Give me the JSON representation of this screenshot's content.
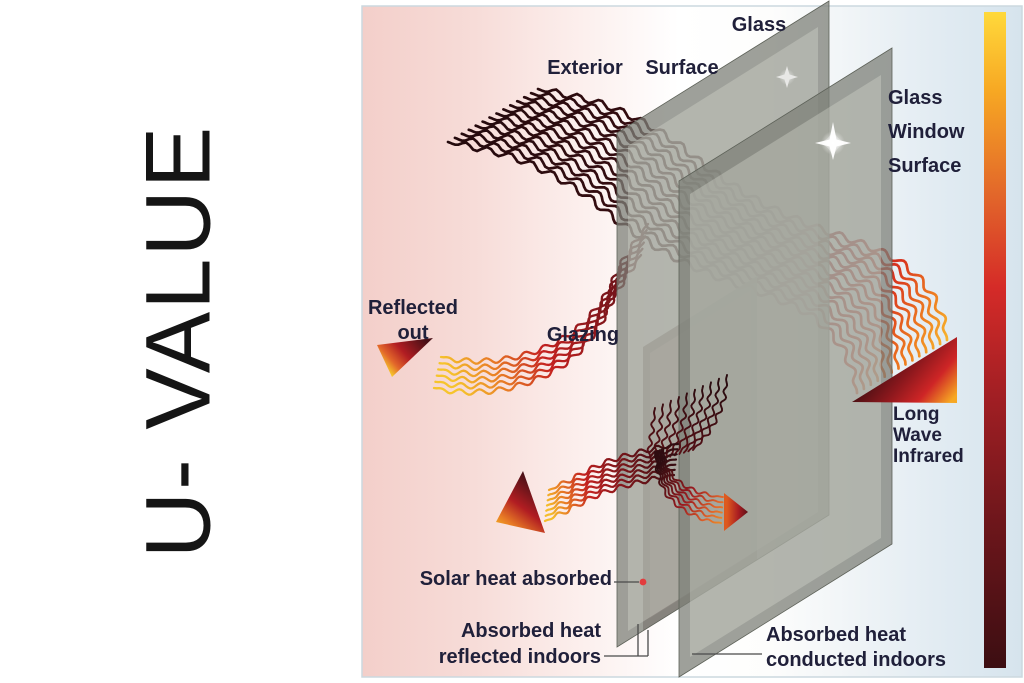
{
  "title": "U- VALUE",
  "diagram": {
    "labels": {
      "glass_top": "Glass",
      "exterior": "Exterior",
      "surface": "Surface",
      "glass_window_surface": [
        "Glass",
        "Window",
        "Surface"
      ],
      "reflected_out": [
        "Reflected",
        "out"
      ],
      "glazing": "Glazing",
      "long_wave_infrared": [
        "Long",
        "Wave",
        "Infrared"
      ],
      "solar_heat_absorbed": "Solar heat absorbed",
      "absorbed_heat_reflected": [
        "Absorbed heat",
        "reflected indoors"
      ],
      "absorbed_heat_conducted": [
        "Absorbed heat",
        "conducted indoors"
      ]
    },
    "palette": {
      "background_stops": [
        "#f3cfca",
        "#f7dcd8",
        "#fcf0ee",
        "#ffffff",
        "#fdfdfc",
        "#eef3f6",
        "#e1ebf2",
        "#d6e4ed"
      ],
      "heat_scale": [
        "#ffd93b",
        "#f7a823",
        "#e2662a",
        "#d52b28",
        "#a31f24",
        "#6d161b",
        "#3c0e12"
      ],
      "glass_edge": "#7d8078",
      "glass_face": "#d5d7ce",
      "absorber_edge": "#97807f",
      "absorber_face": "#c4a8a8",
      "label_color": "#20203a",
      "title_color": "#151515",
      "wave_cold": "#240a0d",
      "wave_hot": "#fbcd33",
      "marker_dot": "#e23b3d"
    }
  }
}
